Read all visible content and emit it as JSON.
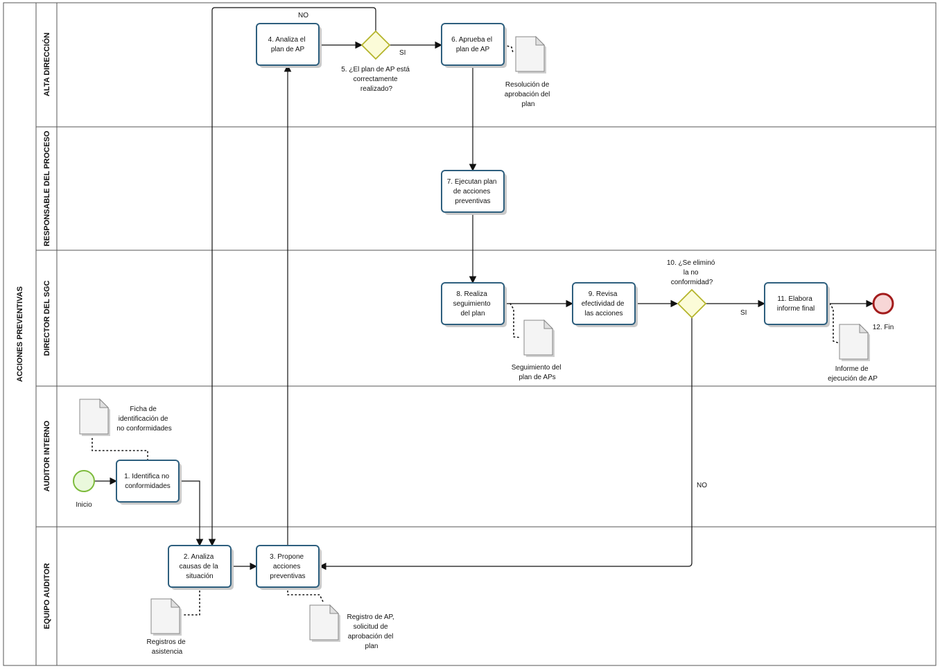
{
  "pool": {
    "title": "ACCIONES PREVENTIVAS"
  },
  "lanes": [
    {
      "id": "alta",
      "title": "ALTA DIRECCIÓN"
    },
    {
      "id": "resp",
      "title": "RESPONSABLE DEL PROCESO"
    },
    {
      "id": "sgc",
      "title": "DIRECTOR DEL SGC"
    },
    {
      "id": "aud",
      "title": "AUDITOR INTERNO"
    },
    {
      "id": "equipo",
      "title": "EQUIPO AUDITOR"
    }
  ],
  "events": {
    "start": "Inicio",
    "end": "12. Fin"
  },
  "tasks": {
    "t1": [
      "1. Identifica no",
      "conformidades"
    ],
    "t2": [
      "2. Analiza",
      "causas de la",
      "situación"
    ],
    "t3": [
      "3. Propone",
      "acciones",
      "preventivas"
    ],
    "t4": [
      "4. Analiza el",
      "plan de AP"
    ],
    "t6": [
      "6. Aprueba el",
      "plan de AP"
    ],
    "t7": [
      "7. Ejecutan plan",
      "de acciones",
      "preventivas"
    ],
    "t8": [
      "8. Realiza",
      "seguimiento",
      "del plan"
    ],
    "t9": [
      "9. Revisa",
      "efectividad de",
      "las acciones"
    ],
    "t11": [
      "11. Elabora",
      "informe final"
    ]
  },
  "gateways": {
    "g5": [
      "5. ¿El plan de AP está",
      "correctamente",
      "realizado?"
    ],
    "g10": [
      "10. ¿Se eliminó",
      "la no",
      "conformidad?"
    ]
  },
  "flow_labels": {
    "g5_no": "NO",
    "g5_si": "SI",
    "g10_si": "SI",
    "g10_no": "NO"
  },
  "documents": {
    "d_ficha": [
      "Ficha de",
      "identificación de",
      "no conformidades"
    ],
    "d_registros": [
      "Registros de",
      "asistencia"
    ],
    "d_registro_ap": [
      "Registro de AP,",
      "solicitud de",
      "aprobación del",
      "plan"
    ],
    "d_resolucion": [
      "Resolución de",
      "aprobación del",
      "plan"
    ],
    "d_seguimiento": [
      "Seguimiento del",
      "plan de APs"
    ],
    "d_informe": [
      "Informe de",
      "ejecución de AP"
    ]
  },
  "colors": {
    "task_border": "#2e5f7e",
    "gateway_fill": "#fbfbd8",
    "gateway_border": "#b4b42a",
    "start_border": "#7dbb3c",
    "end_border": "#a31c1c"
  }
}
